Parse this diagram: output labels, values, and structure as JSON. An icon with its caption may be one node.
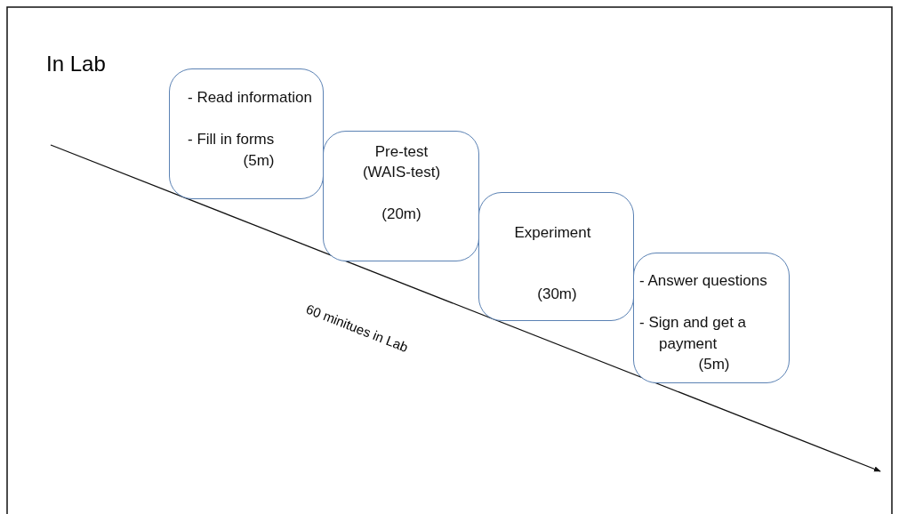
{
  "diagram": {
    "title": "In Lab",
    "nodes": [
      {
        "text": [
          "- Read information",
          "- Fill in forms",
          "(5m)"
        ]
      },
      {
        "text": [
          "Pre-test",
          "(WAIS-test)",
          "(20m)"
        ]
      },
      {
        "text": [
          "Experiment",
          "(30m)"
        ]
      },
      {
        "text": [
          "- Answer questions",
          "- Sign and get a payment",
          "(5m)"
        ]
      }
    ],
    "labels": [
      "60 minitues in Lab"
    ]
  }
}
